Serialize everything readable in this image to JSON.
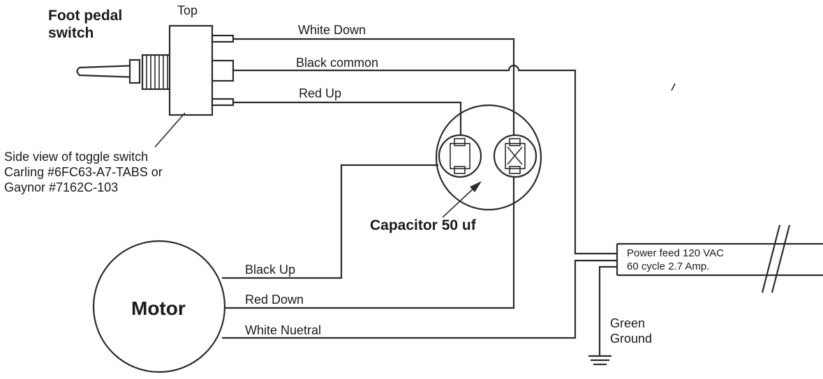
{
  "switch": {
    "title_line1": "Foot pedal",
    "title_line2": "switch",
    "top_label": "Top",
    "note_line1": "Side view of  toggle switch",
    "note_line2": "Carling #6FC63-A7-TABS or",
    "note_line3": "Gaynor #7162C-103"
  },
  "wires": {
    "white_down": "White Down",
    "black_common": "Black common",
    "red_up": "Red Up",
    "black_up": "Black Up",
    "red_down": "Red Down",
    "white_neutral": "White Nuetral"
  },
  "capacitor": {
    "label": "Capacitor 50 uf"
  },
  "motor": {
    "label": "Motor"
  },
  "power": {
    "line1": "Power feed 120 VAC",
    "line2": "60 cycle 2.7 Amp."
  },
  "ground": {
    "line1": "Green",
    "line2": "Ground"
  }
}
